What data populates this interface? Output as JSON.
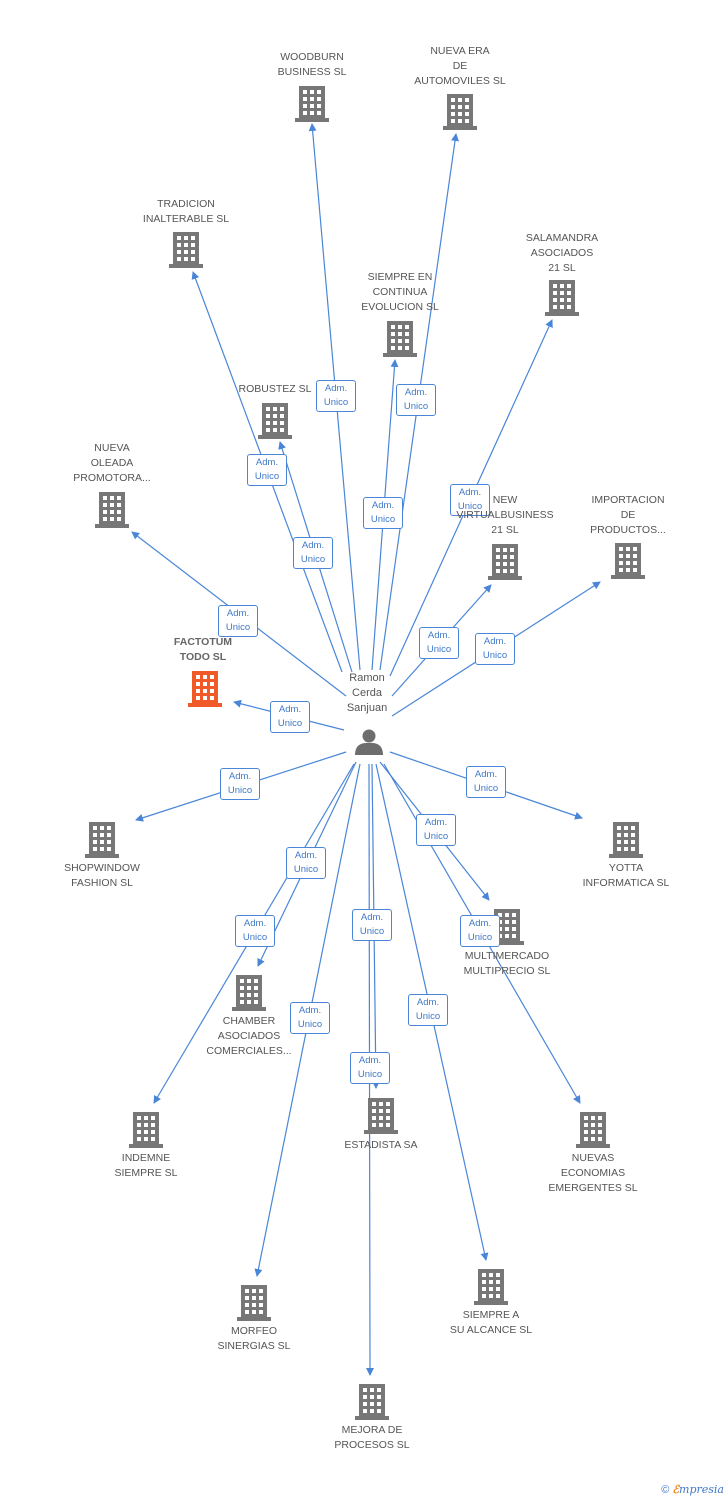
{
  "colors": {
    "edge": "#4a86d8",
    "company": "#777777",
    "focus_company": "#f05a28",
    "person": "#6d6d6d"
  },
  "center": {
    "name": "Ramon\nCerda\nSanjuan",
    "icon": "person-icon"
  },
  "relation": {
    "line1": "Adm.",
    "line2": "Unico"
  },
  "companies": [
    {
      "name": "WOODBURN\nBUSINESS SL",
      "icon": "building-icon"
    },
    {
      "name": "NUEVA ERA\nDE\nAUTOMOVILES SL",
      "icon": "building-icon"
    },
    {
      "name": "TRADICION\nINALTERABLE SL",
      "icon": "building-icon"
    },
    {
      "name": "SALAMANDRA\nASOCIADOS\n21 SL",
      "icon": "building-icon"
    },
    {
      "name": "SIEMPRE EN\nCONTINUA\nEVOLUCION SL",
      "icon": "building-icon"
    },
    {
      "name": "ROBUSTEZ SL",
      "icon": "building-icon"
    },
    {
      "name": "NUEVA\nOLEADA\nPROMOTORA...",
      "icon": "building-icon"
    },
    {
      "name": "NEW\nVIRTUALBUSINESS\n21 SL",
      "icon": "building-icon"
    },
    {
      "name": "IMPORTACION\nDE\nPRODUCTOS...",
      "icon": "building-icon"
    },
    {
      "name": "FACTOTUM\nTODO SL",
      "icon": "building-icon",
      "focus": true
    },
    {
      "name": "SHOPWINDOW\nFASHION SL",
      "icon": "building-icon"
    },
    {
      "name": "YOTTA\nINFORMATICA SL",
      "icon": "building-icon"
    },
    {
      "name": "MULTIMERCADO\nMULTIPRECIO SL",
      "icon": "building-icon"
    },
    {
      "name": "CHAMBER\nASOCIADOS\nCOMERCIALES...",
      "icon": "building-icon"
    },
    {
      "name": "INDEMNE\nSIEMPRE SL",
      "icon": "building-icon"
    },
    {
      "name": "ESTADISTA SA",
      "icon": "building-icon"
    },
    {
      "name": "NUEVAS\nECONOMIAS\nEMERGENTES SL",
      "icon": "building-icon"
    },
    {
      "name": "MORFEO\nSINERGIAS SL",
      "icon": "building-icon"
    },
    {
      "name": "SIEMPRE A\nSU ALCANCE SL",
      "icon": "building-icon"
    },
    {
      "name": "MEJORA DE\nPROCESOS SL",
      "icon": "building-icon"
    }
  ],
  "footer": {
    "copyright": "©",
    "brand_first": "ℰ",
    "brand_rest": "mpresia"
  }
}
